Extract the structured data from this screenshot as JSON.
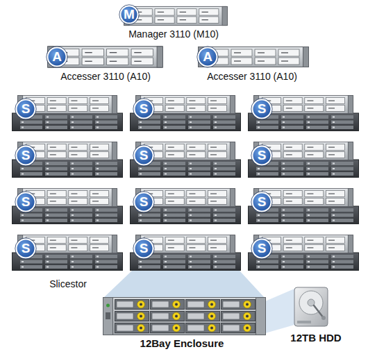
{
  "diagram": {
    "nodes": [
      {
        "text": [
          "M"
        ]
      },
      {
        "text": [
          "A"
        ]
      },
      {
        "text": [
          "A"
        ]
      },
      {
        "text": [
          "S"
        ]
      },
      {
        "text": [
          "S"
        ]
      },
      {
        "text": [
          "S"
        ]
      },
      {
        "text": [
          "S"
        ]
      },
      {
        "text": [
          "S"
        ]
      },
      {
        "text": [
          "S"
        ]
      },
      {
        "text": [
          "S"
        ]
      },
      {
        "text": [
          "S"
        ]
      },
      {
        "text": [
          "S"
        ]
      },
      {
        "text": [
          "S"
        ]
      },
      {
        "text": [
          "S"
        ]
      },
      {
        "text": [
          "S"
        ]
      }
    ],
    "labels": [
      "Manager 3110 (M10)",
      "Accesser 3110 (A10)",
      "Accesser 3110 (A10)",
      "Slicestor",
      "12Bay Enclosure",
      "12TB HDD"
    ]
  }
}
